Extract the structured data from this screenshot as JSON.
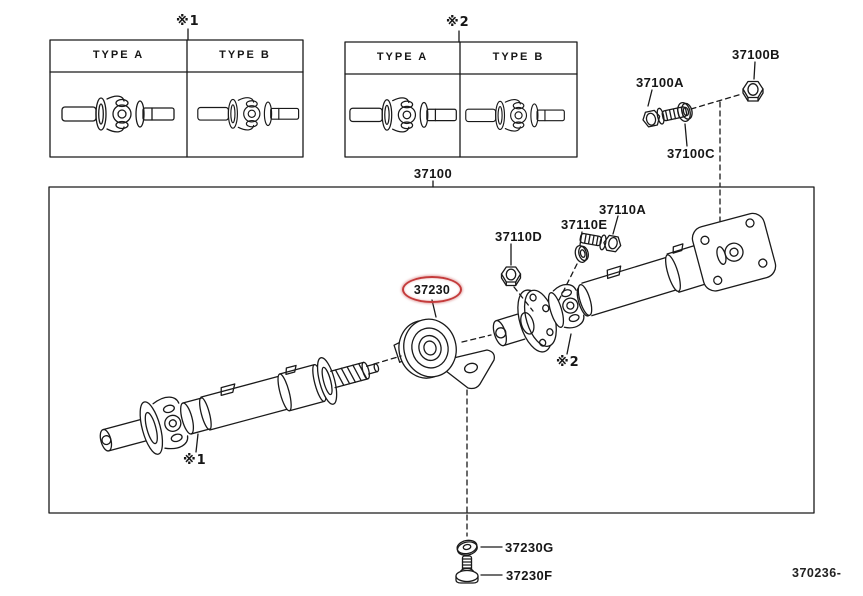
{
  "page": {
    "background": "#ffffff",
    "ink": "#1a1a1a",
    "accent_red": "#c43b3b",
    "footer_code": "370236-"
  },
  "comparison_tables": {
    "table1": {
      "ref_mark": "※1",
      "type_a": "TYPE A",
      "type_b": "TYPE B"
    },
    "table2": {
      "ref_mark": "※2",
      "type_a": "TYPE A",
      "type_b": "TYPE B"
    }
  },
  "assembly": {
    "main_label": "37100",
    "highlighted_part": "37230",
    "ref_front_shaft": "※1",
    "ref_rear_joint": "※2"
  },
  "fasteners": {
    "top": {
      "bolt": "37100A",
      "nut": "37100B",
      "washer": "37100C"
    },
    "mid": {
      "nut": "37110D",
      "washer": "37110E",
      "bolt": "37110A"
    },
    "bottom": {
      "washer": "37230G",
      "bolt": "37230F"
    }
  },
  "icons": {
    "u_joint": "universal-joint-drawing",
    "hex_nut": "hex-nut-drawing",
    "flat_washer": "washer-drawing",
    "hex_bolt": "hex-bolt-drawing"
  }
}
